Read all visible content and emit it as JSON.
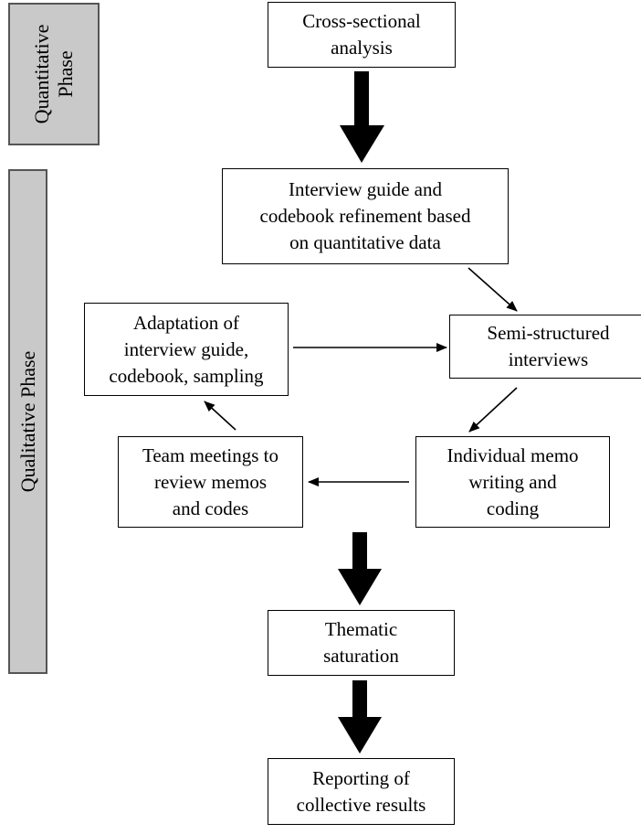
{
  "phases": {
    "quantitative": "Quantitative\nPhase",
    "qualitative": "Qualitative Phase"
  },
  "boxes": {
    "cross_sectional": "Cross-sectional\nanalysis",
    "interview_guide": "Interview guide and\ncodebook refinement based\non quantitative data",
    "semi_structured": "Semi-structured\ninterviews",
    "adaptation": "Adaptation of\ninterview guide,\ncodebook, sampling",
    "memo_writing": "Individual memo\nwriting and\ncoding",
    "team_meetings": "Team meetings to\nreview memos\nand codes",
    "thematic": "Thematic\nsaturation",
    "reporting": "Reporting of\ncollective results"
  }
}
